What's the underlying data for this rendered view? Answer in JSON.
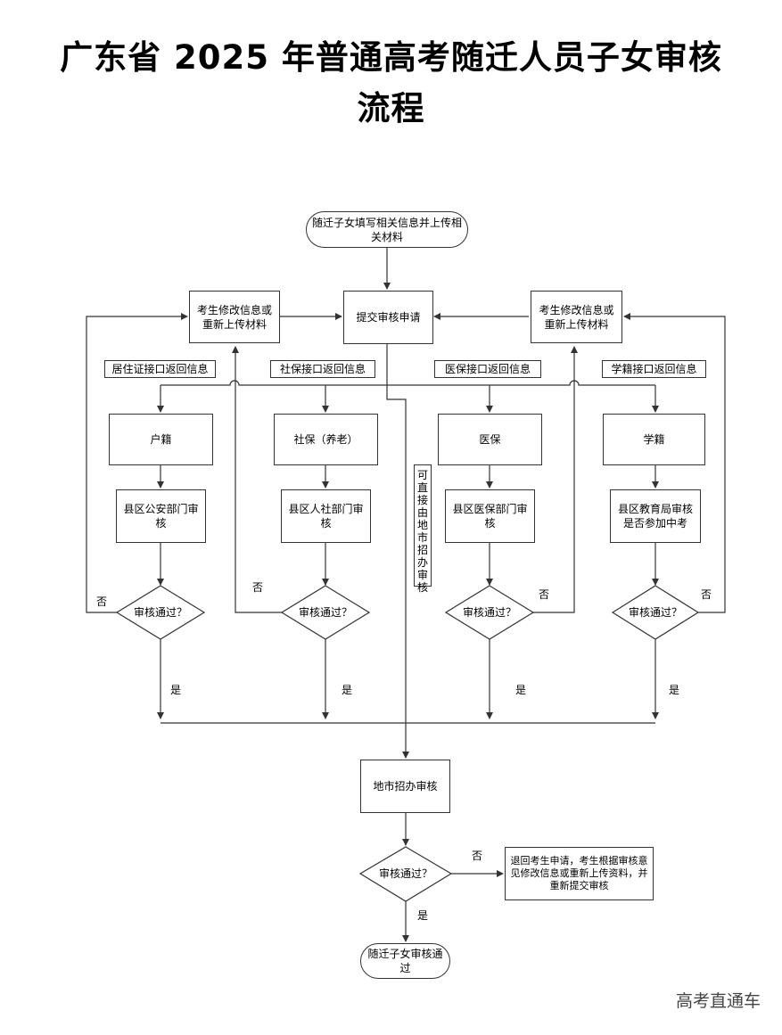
{
  "title": {
    "line1": "广东省 2025 年普通高考随迁人员子女审核",
    "line2": "流程"
  },
  "start": "随迁子女填写相关信息并上传相关材料",
  "submit": "提交审核申请",
  "modify_left": "考生修改信息或重新上传材料",
  "modify_right": "考生修改信息或重新上传材料",
  "interfaces": [
    "居住证接口返回信息",
    "社保接口返回信息",
    "医保接口返回信息",
    "学籍接口返回信息"
  ],
  "categories": [
    "户籍",
    "社保（养老）",
    "医保",
    "学籍"
  ],
  "reviews": [
    "县区公安部门审核",
    "县区人社部门审核",
    "县区医保部门审核",
    "县区教育局审核是否参加中考"
  ],
  "decision": "审核通过？",
  "yes": "是",
  "no": "否",
  "direct_note": "可直接由地市招办审核",
  "city_review": "地市招办审核",
  "final_decision": "审核通过？",
  "return_box": "退回考生申请，考生根据审核意见修改信息或重新上传资料，并重新提交审核",
  "end": "随迁子女审核通过",
  "watermark": "高考直通车"
}
